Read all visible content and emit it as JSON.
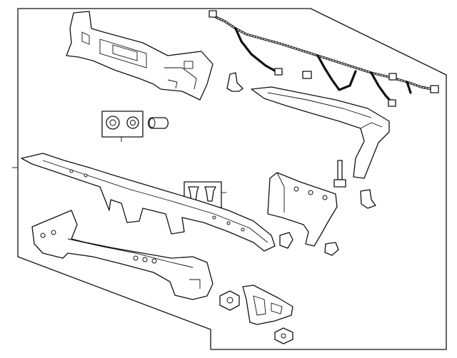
{
  "diagram": {
    "background": "#ffffff",
    "line_color": "#111111",
    "panel_fill": "#ffffff",
    "parts": [
      "trim-panel",
      "wiring-harness",
      "bracket-top",
      "bumper-bar",
      "impact-bar",
      "bushing-kit",
      "push-pin-kit",
      "side-bracket",
      "mount-bracket",
      "nut",
      "retainer-clip"
    ]
  }
}
